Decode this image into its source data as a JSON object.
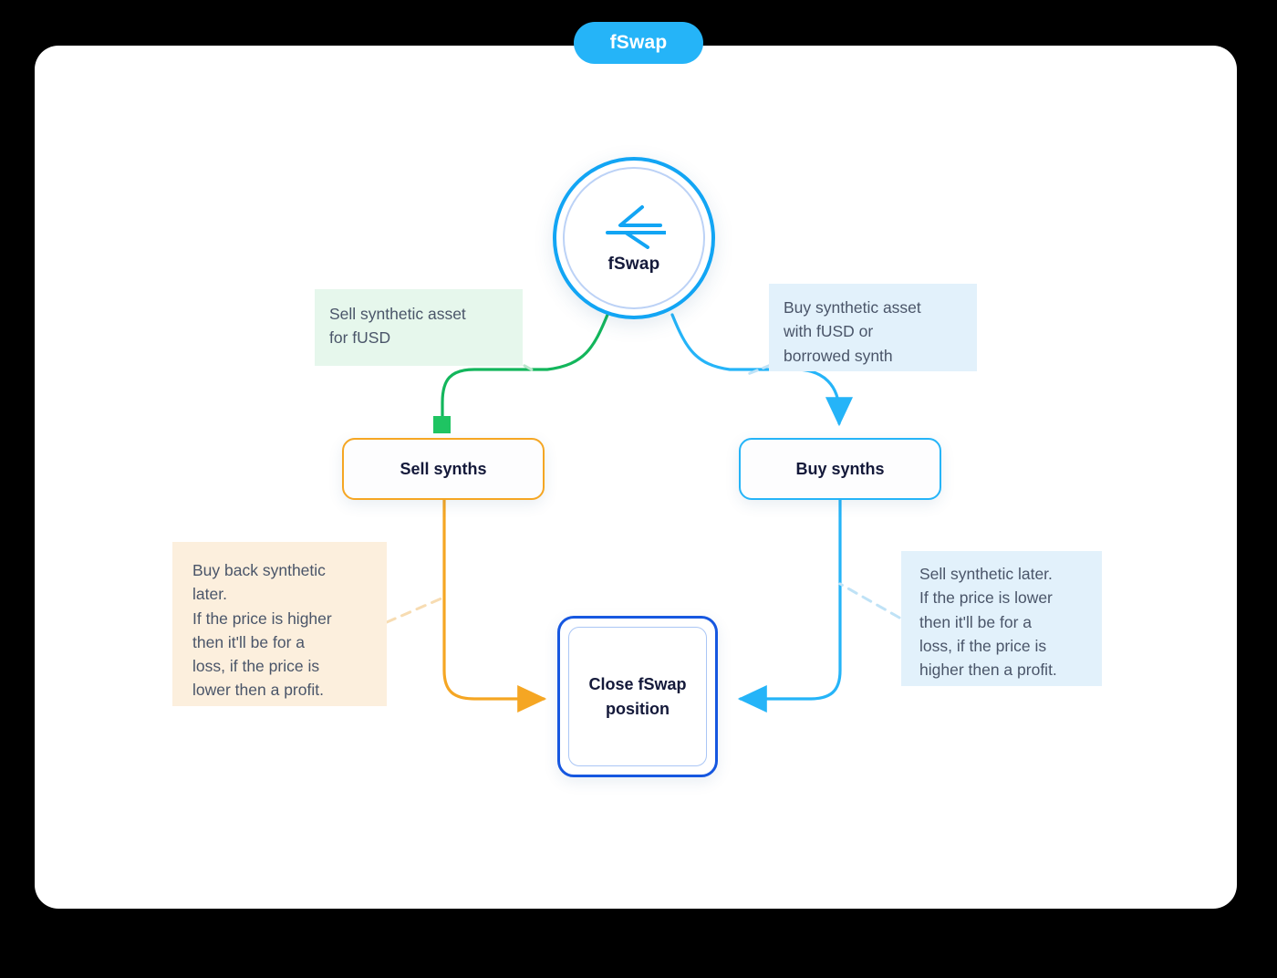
{
  "page": {
    "badge_label": "fSwap",
    "background_color": "#000000",
    "card_color": "#ffffff"
  },
  "hub": {
    "label": "fSwap",
    "icon": "swap-arrows-icon",
    "ring_color": "#12a5f4",
    "inner_ring_color": "#bcd2f6"
  },
  "nodes": {
    "sell": {
      "label": "Sell synths",
      "border_color": "#f5a623"
    },
    "buy": {
      "label": "Buy synths",
      "border_color": "#25b4f8"
    },
    "close": {
      "label": "Close fSwap position",
      "border_color": "#1657e0",
      "inner_border_color": "#aac6f5"
    }
  },
  "notes": {
    "sell_asset": {
      "text": "Sell synthetic asset\nfor fUSD",
      "background": "#e6f7ec"
    },
    "buy_asset": {
      "text": "Buy synthetic asset\nwith fUSD or\nborrowed synth",
      "background": "#e2f1fb"
    },
    "buy_back": {
      "text": "Buy back synthetic\nlater.\nIf the price is higher\nthen it'll be for a\nloss, if the price is\nlower then a profit.",
      "background": "#fcefdd"
    },
    "sell_later": {
      "text": "Sell synthetic later.\nIf the price is lower\nthen it'll be for a\nloss, if the price is\nhigher then a profit.",
      "background": "#e2f1fb"
    }
  },
  "edges": [
    {
      "name": "hub-to-sell",
      "color": "#13b65c",
      "marker": "square"
    },
    {
      "name": "hub-to-buy",
      "color": "#25b4f8",
      "marker": "arrow-down"
    },
    {
      "name": "sell-to-close",
      "color": "#f5a623",
      "marker": "arrow-right"
    },
    {
      "name": "buy-to-close",
      "color": "#25b4f8",
      "marker": "arrow-left"
    }
  ]
}
